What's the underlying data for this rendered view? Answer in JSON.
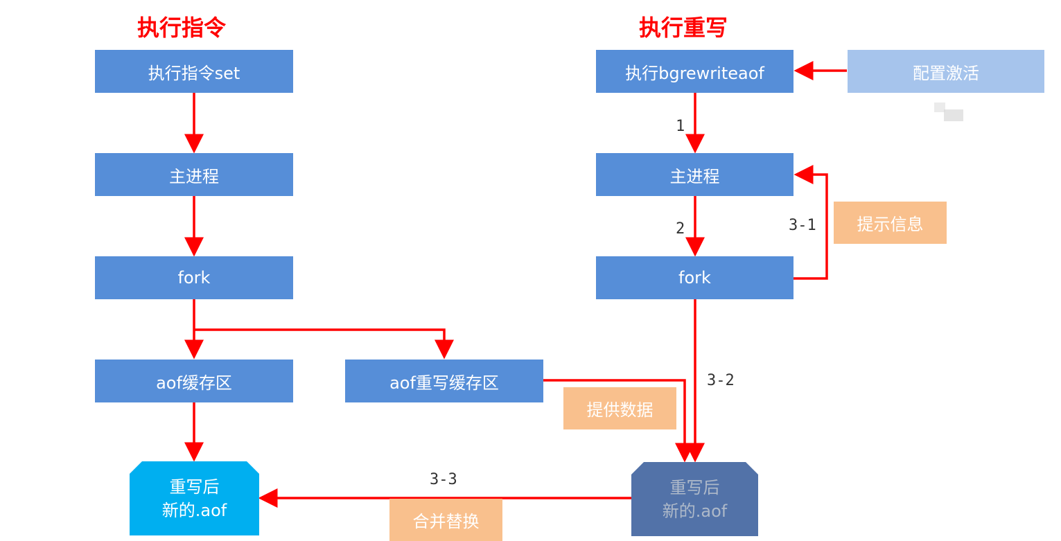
{
  "colors": {
    "title": "#ff0000",
    "arrow": "#ff0000",
    "box_blue": "#568ed8",
    "box_light_blue": "#a6c4ec",
    "label_orange": "#f9c08d",
    "file_cyan": "#00aff0",
    "file_slate": "#5272a8"
  },
  "left": {
    "title": "执行指令",
    "cmd": "执行指令set",
    "main": "主进程",
    "fork": "fork",
    "aof_buffer": "aof缓存区",
    "rewrite_buffer": "aof重写缓存区",
    "file_line1": "重写后",
    "file_line2": "新的.aof"
  },
  "right": {
    "title": "执行重写",
    "cmd": "执行bgrewriteaof",
    "config": "配置激活",
    "main": "主进程",
    "fork": "fork",
    "file_line1": "重写后",
    "file_line2": "新的.aof"
  },
  "labels": {
    "notify": "提示信息",
    "provide": "提供数据",
    "merge": "合并替换"
  },
  "steps": {
    "s1": "1",
    "s2": "2",
    "s3_1": "3-1",
    "s3_2": "3-2",
    "s3_3": "3-3"
  }
}
